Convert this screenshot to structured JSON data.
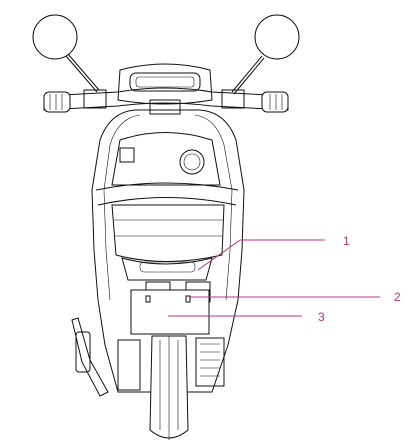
{
  "diagram": {
    "subject": "scooter-rear-view",
    "leader_color": "#c0307a",
    "callouts": [
      {
        "label": "1"
      },
      {
        "label": "2"
      },
      {
        "label": "3"
      }
    ]
  }
}
